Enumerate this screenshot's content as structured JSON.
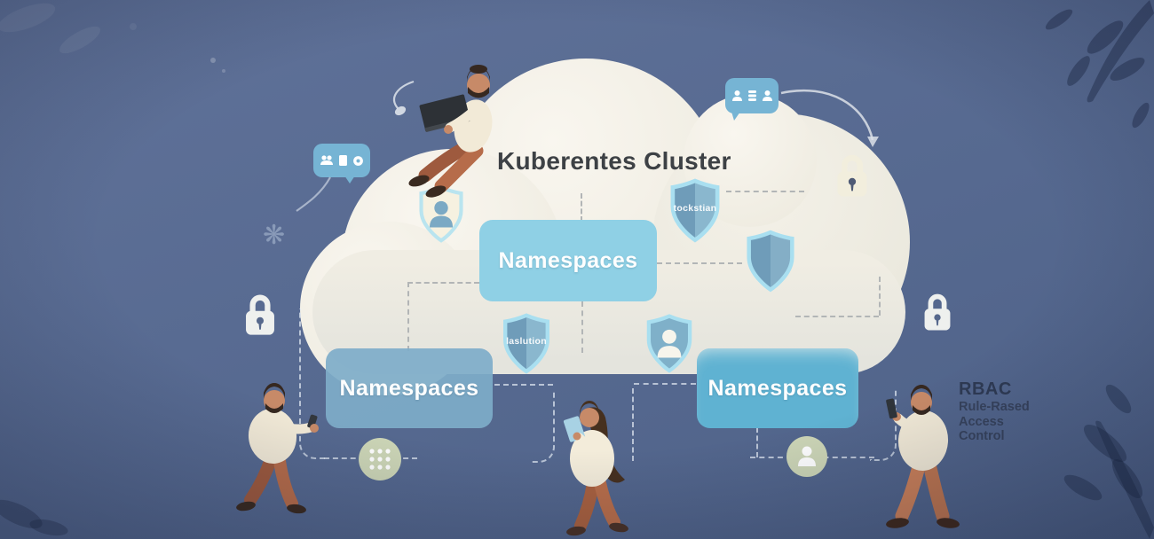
{
  "title": "Kuberentes Cluster",
  "boxes": {
    "center": {
      "label": "Namespaces"
    },
    "left": {
      "label": "Namespaces"
    },
    "right": {
      "label": "Namespaces"
    }
  },
  "shields": {
    "top_label": "tockstian",
    "bottom_label": "laslution"
  },
  "rbac": {
    "heading": "RBAC",
    "line1": "Rule-Rased",
    "line2": "Access",
    "line3": "Control"
  },
  "decor": {
    "snowflake_glyph": "❋"
  },
  "icons": {
    "left_bubble": [
      "users-icon",
      "card-icon",
      "gear-icon"
    ],
    "right_bubble": [
      "user-icon",
      "stack-icon",
      "user-icon"
    ],
    "locks": "padlock-icon",
    "keypad_circle": "keypad-icon",
    "user_circle": "user-icon",
    "user_shields": "user-shield-icon"
  },
  "colors": {
    "background": "#56698f",
    "cloud": "#f2efe5",
    "box_center": "#8fd0e5",
    "box_left": "#7eadc9",
    "box_right": "#5fb2d2",
    "shield_blue_dark": "#6f9cb9",
    "shield_blue_light": "#8ab7ce",
    "shield_outline": "#a9dff0",
    "lock_cream": "#f2eedd",
    "bubble_blue": "#76b4d4",
    "circle_sage": "#ccd5b6",
    "rbac_text": "#36425c"
  }
}
